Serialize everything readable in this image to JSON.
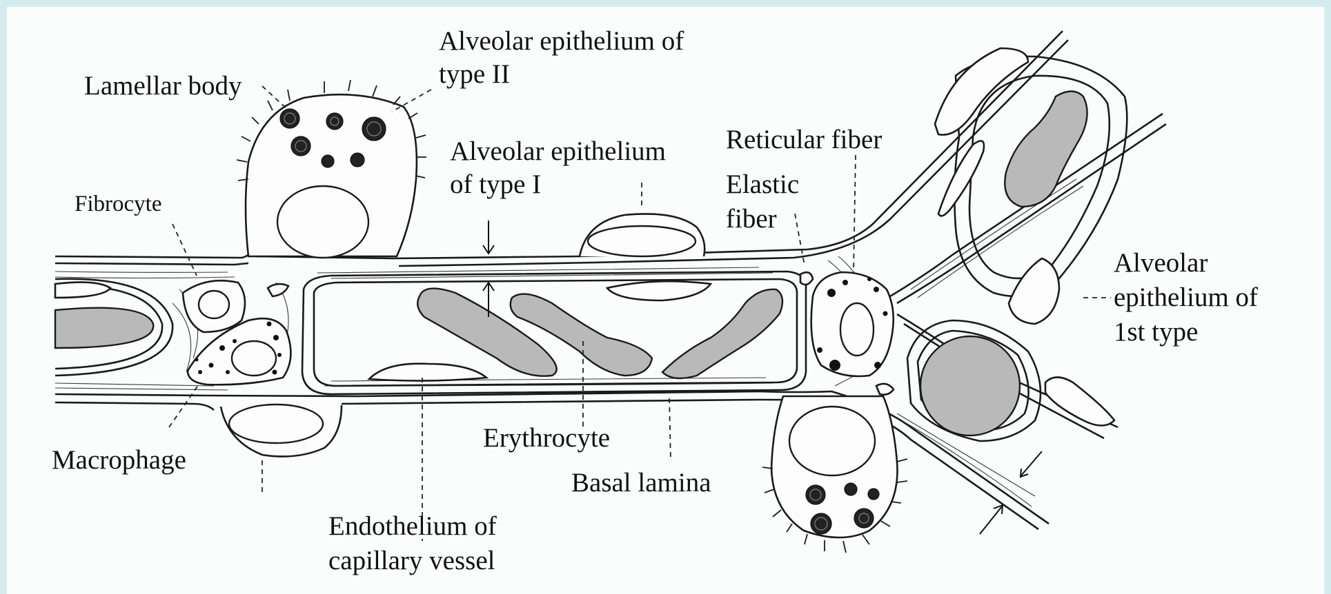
{
  "labels": {
    "lamellar_body": "Lamellar body",
    "type2_line1": "Alveolar epithelium of",
    "type2_line2": "type II",
    "type1_line1": "Alveolar epithelium",
    "type1_line2": "of type I",
    "reticular_fiber": "Reticular fiber",
    "elastic_line1": "Elastic",
    "elastic_line2": "fiber",
    "fibrocyte": "Fibrocyte",
    "macrophage": "Macrophage",
    "erythrocyte": "Erythrocyte",
    "basal_lamina": "Basal lamina",
    "endothelium_line1": "Endothelium of",
    "endothelium_line2": "capillary vessel",
    "first_type_line1": "Alveolar",
    "first_type_line2": "epithelium of",
    "first_type_line3": "1st type"
  },
  "colors": {
    "background": "#d5ecee",
    "paper": "#fbfcfc",
    "erythrocyte_fill": "#b9b9b9",
    "ink": "#1a1a1a"
  }
}
